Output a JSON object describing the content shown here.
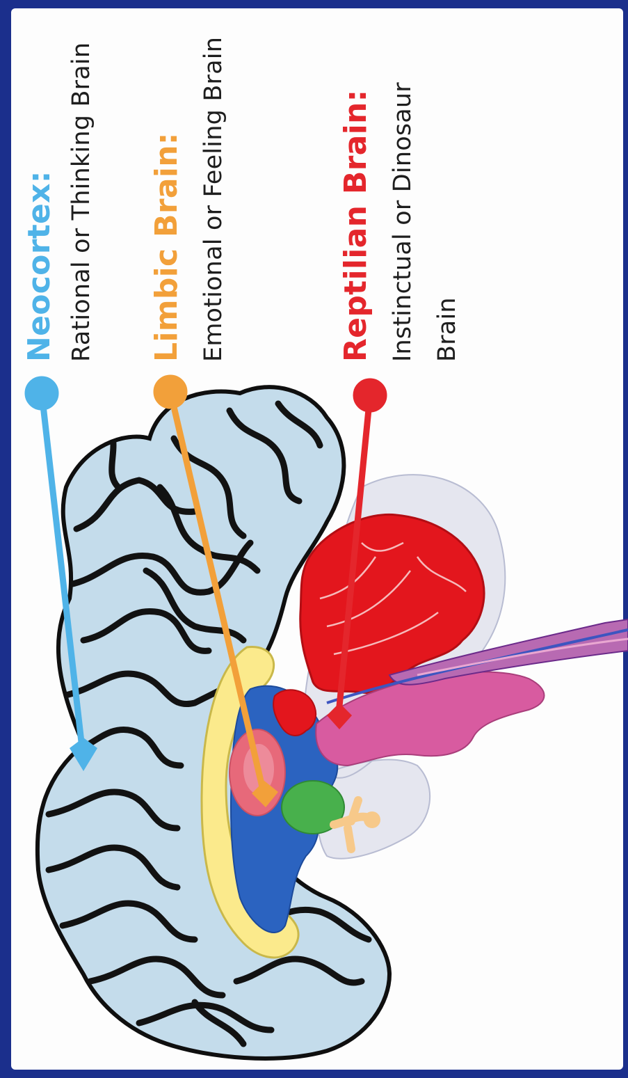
{
  "labels": {
    "neocortex": {
      "heading": "Neocortex:",
      "subtitle": "Rational or Thinking Brain",
      "color": "#4fb3e8"
    },
    "limbic": {
      "heading": "Limbic Brain:",
      "subtitle": "Emotional or Feeling Brain",
      "color": "#f2a03a"
    },
    "reptilian": {
      "heading": "Reptilian Brain:",
      "subtitle_line1": "Instinctual or Dinosaur",
      "subtitle_line2": "Brain",
      "color": "#e4262c"
    }
  },
  "colors": {
    "frame": "#1b2f8c",
    "card": "#fdfdfd",
    "cortex_fill": "#c4dceb",
    "cortex_sulci": "#121212",
    "pons": "#e5e6ef",
    "corpus_callosum": "#fbea8c",
    "ventricle": "#2b63c0",
    "thalamus": "#e7697a",
    "hypothalamus": "#48b04c",
    "pituitary": "#f7c98a",
    "cerebellum": "#e3161d",
    "brainstem": "#d85ba0",
    "spinal_cord": "#b86ab2"
  }
}
